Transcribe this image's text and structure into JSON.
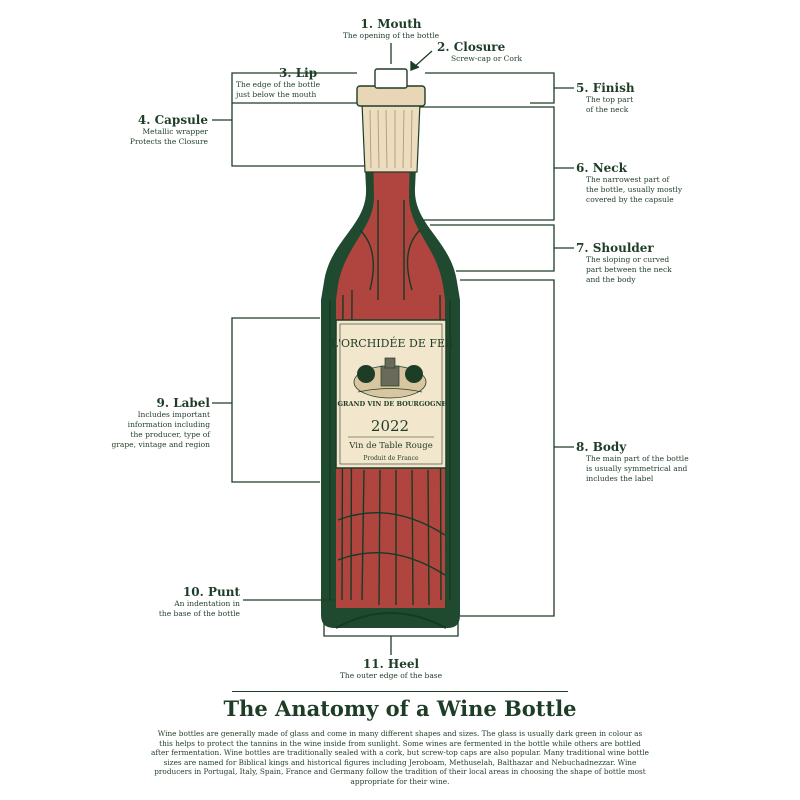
{
  "labels": {
    "mouth": {
      "title": "1. Mouth",
      "desc": "The opening of the bottle"
    },
    "closure": {
      "title": "2. Closure",
      "desc": "Screw-cap or Cork"
    },
    "lip": {
      "title": "3. Lip",
      "desc": "The edge of the bottle\njust below the mouth"
    },
    "capsule": {
      "title": "4. Capsule",
      "desc": "Metallic wrapper\nProtects the Closure"
    },
    "finish": {
      "title": "5. Finish",
      "desc": "The top part\nof the neck"
    },
    "neck": {
      "title": "6. Neck",
      "desc": "The narrowest part of\nthe bottle, usually mostly\ncovered by the capsule"
    },
    "shoulder": {
      "title": "7. Shoulder",
      "desc": "The sloping or curved\npart between the neck\nand the body"
    },
    "body": {
      "title": "8. Body",
      "desc": "The main part of the bottle\nis usually symmetrical and\nincludes the label"
    },
    "label": {
      "title": "9. Label",
      "desc": "Includes important\ninformation including\nthe producer, type of\ngrape, vintage and region"
    },
    "punt": {
      "title": "10. Punt",
      "desc": "An indentation in\nthe base of the bottle"
    },
    "heel": {
      "title": "11. Heel",
      "desc": "The outer edge of the base"
    }
  },
  "bottle_label": {
    "producer": "L'ORCHIDÉE DE FER",
    "appellation": "GRAND VIN DE BOURGOGNE",
    "vintage": "2022",
    "wine": "Vin de Table Rouge",
    "origin": "Produit de France"
  },
  "title": "The Anatomy of a Wine Bottle",
  "description": "Wine bottles are generally made of glass and come in many different shapes and sizes. The glass is usually dark green in colour as this helps to protect the tannins in the wine inside from sunlight. Some wines are fermented in the bottle while others are bottled after fermentation. Wine bottles are traditionally sealed with a cork, but screw-top caps are also popular. Many traditional wine bottle sizes are named for Biblical kings and historical figures including Jeroboam, Methuselah, Balthazar and Nebuchadnezzar. Wine producers in Portugal, Italy, Spain, France and Germany follow the tradition of their local areas in choosing the shape of bottle most appropriate for their wine.",
  "colors": {
    "ink": "#1e3d27",
    "glass": "#1f4a30",
    "wine": "#b0453f",
    "capsule": "#ecdcc0",
    "label_paper": "#f2e6cc"
  }
}
